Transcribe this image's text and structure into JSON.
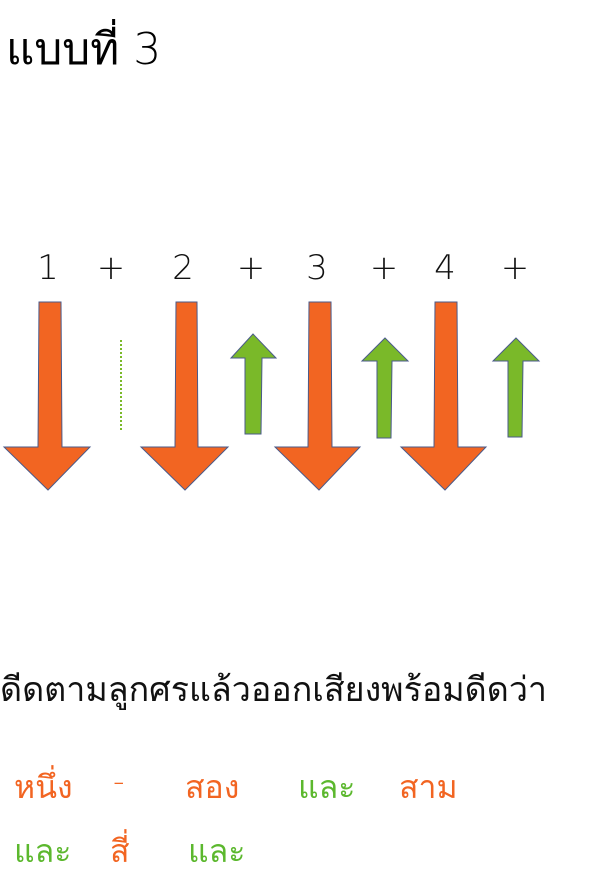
{
  "title": "แบบที่ 3",
  "beats": [
    "1",
    "+",
    "2",
    "+",
    "3",
    "+",
    "4",
    "+"
  ],
  "instruction": "ดีดตามลูกศรแล้วออกเสียงพร้อมดีดว่า",
  "words_row1": [
    "หนึ่ง",
    "-",
    "สอง",
    "และ",
    "สาม"
  ],
  "words_row2": [
    "และ",
    "สี่",
    "และ"
  ],
  "colors": {
    "down_arrow": "#f26522",
    "up_arrow": "#7ab929",
    "outline": "#4a5a8a",
    "word_orange": "#f26522",
    "word_green": "#5cb82e",
    "dotted_line": "#7ab929"
  },
  "strum_pattern": [
    "down",
    "none",
    "down",
    "up",
    "down",
    "up",
    "down",
    "up"
  ]
}
